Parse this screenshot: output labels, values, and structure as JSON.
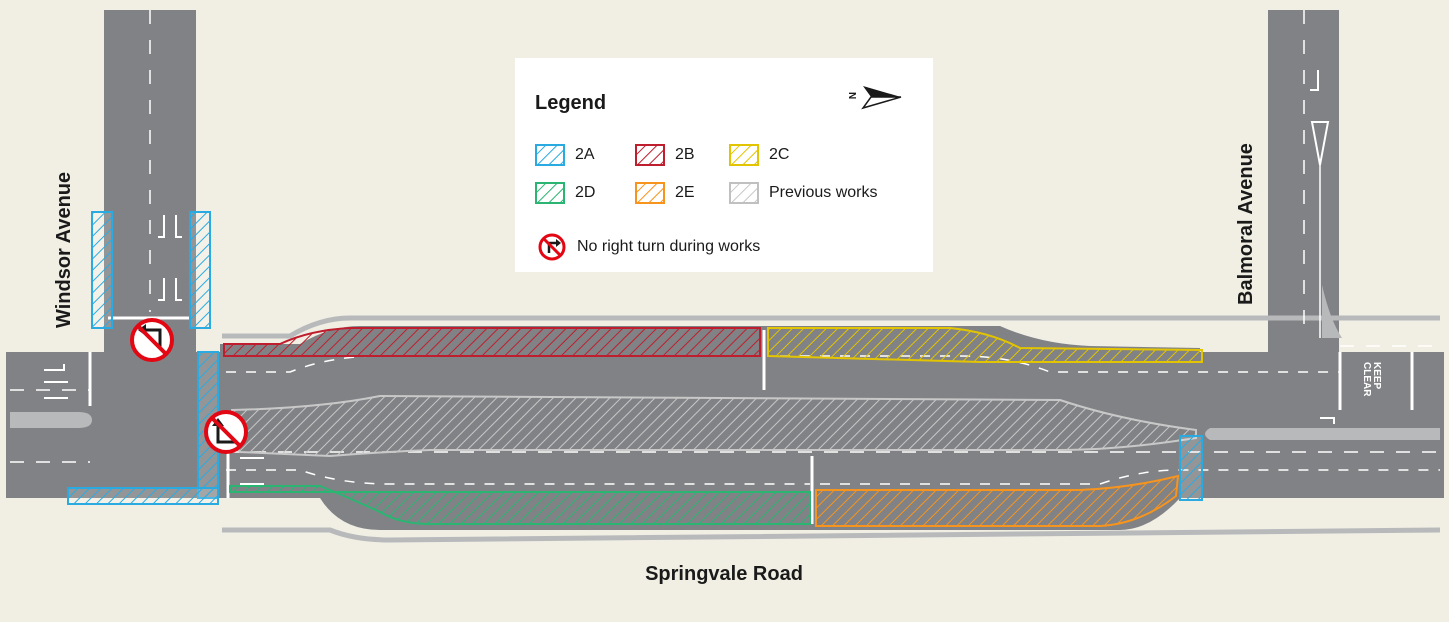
{
  "map": {
    "roads": {
      "windsor": "Windsor Avenue",
      "balmoral": "Balmoral Avenue",
      "springvale": "Springvale Road"
    },
    "keep_clear": [
      "KEEP",
      "CLEAR"
    ],
    "colors": {
      "background": "#f1efe4",
      "road": "#808285",
      "kerb": "#b8b9bb",
      "zone_2A": "#29abe2",
      "zone_2B": "#be1e2d",
      "zone_2C": "#e2c400",
      "zone_2D": "#2bb573",
      "zone_2E": "#f7941d",
      "previous": "#c0c0c0",
      "no_turn": "#e30613"
    }
  },
  "legend": {
    "title": "Legend",
    "north_icon": "north-arrow-icon",
    "north_letter": "N",
    "items": [
      {
        "label": "2A",
        "color": "#29abe2"
      },
      {
        "label": "2B",
        "color": "#be1e2d"
      },
      {
        "label": "2C",
        "color": "#e2c400"
      },
      {
        "label": "2D",
        "color": "#2bb573"
      },
      {
        "label": "2E",
        "color": "#f7941d"
      },
      {
        "label": "Previous works",
        "color": "#c0c0c0"
      }
    ],
    "no_right_turn": "No right turn during works"
  }
}
